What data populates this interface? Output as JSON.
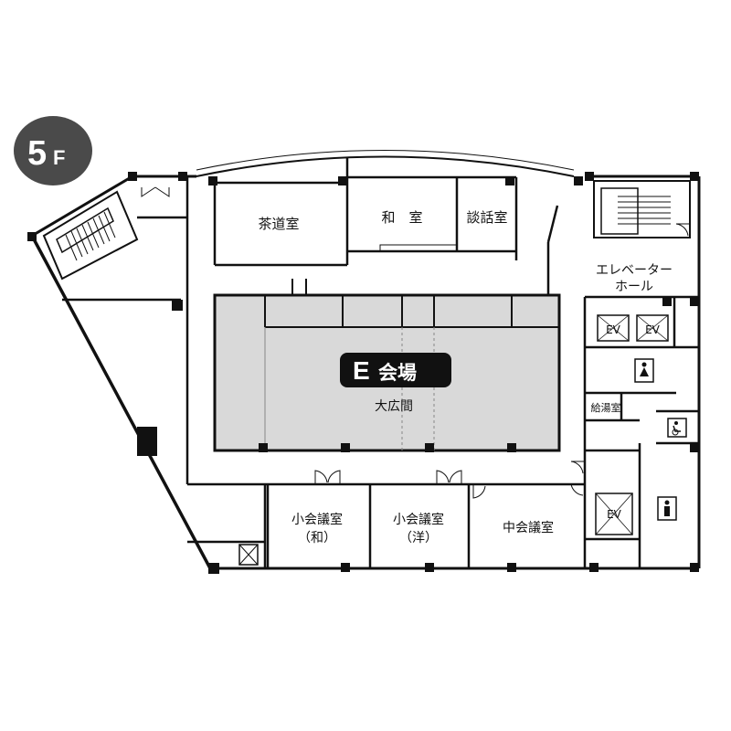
{
  "floor": {
    "number": "5",
    "unit": "F"
  },
  "venue": {
    "letter": "E",
    "name": "会場"
  },
  "rooms": {
    "tea_room": "茶道室",
    "japanese_room": "和　室",
    "talk_room": "談話室",
    "main_hall": "大広間",
    "small_meeting_wa_line1": "小会議室",
    "small_meeting_wa_line2": "（和）",
    "small_meeting_yo_line1": "小会議室",
    "small_meeting_yo_line2": "（洋）",
    "medium_meeting": "中会議室",
    "elevator_hall_line1": "エレベーター",
    "elevator_hall_line2": "ホール",
    "kitchenette": "給湯室"
  },
  "elevators": {
    "label": "EV"
  },
  "colors": {
    "venue_fill": "#d9d9d9",
    "badge_fill": "#4a4a4a",
    "venue_label_bg": "#111111",
    "walls": "#111111"
  }
}
